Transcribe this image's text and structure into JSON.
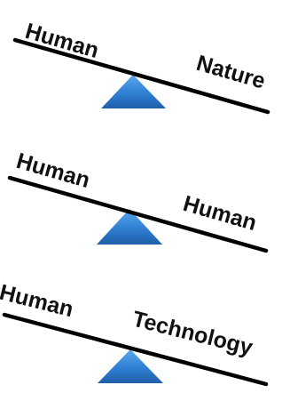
{
  "colors": {
    "beam": "#000000",
    "text": "#111111",
    "fulcrum_light": "#5aa8ec",
    "fulcrum_dark": "#1f5fa8",
    "fulcrum_mid": "#2f7fd3"
  },
  "seesaws": [
    {
      "left_label": "Human",
      "right_label": "Nature"
    },
    {
      "left_label": "Human",
      "right_label": "Human"
    },
    {
      "left_label": "Human",
      "right_label": "Technology"
    }
  ]
}
